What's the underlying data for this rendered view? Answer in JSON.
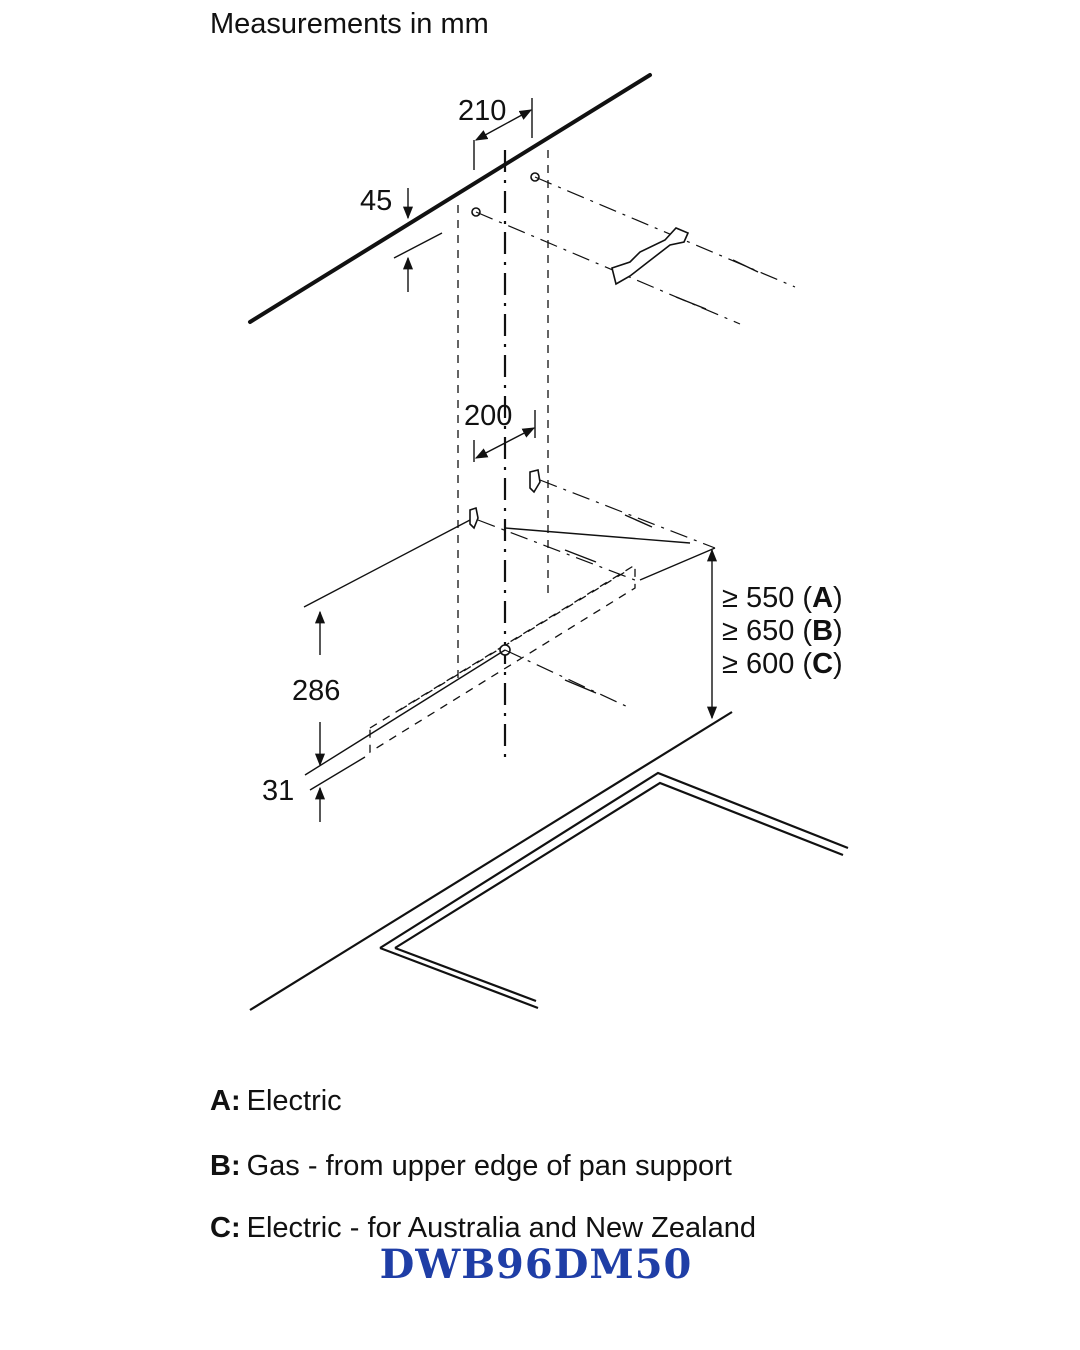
{
  "title": "Measurements in mm",
  "dimensions": {
    "top_spacing": "210",
    "top_offset": "45",
    "mid_spacing": "200",
    "height_286": "286",
    "height_31": "31",
    "min_a": "≥ 550 (A)",
    "min_b": "≥ 650 (B)",
    "min_c": "≥ 600 (C)"
  },
  "legend": [
    {
      "key": "A:",
      "text": "Electric"
    },
    {
      "key": "B:",
      "text": "Gas - from upper edge of pan support"
    },
    {
      "key": "C:",
      "text": "Electric - for Australia and New Zealand"
    }
  ],
  "model": "DWB96DM50",
  "colors": {
    "model": "#1f3ea6",
    "lines": "#111111"
  }
}
